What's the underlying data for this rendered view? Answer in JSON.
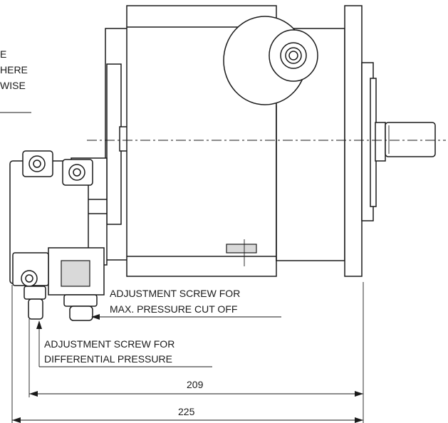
{
  "notes": {
    "top_left_lines": [
      "E",
      "HERE",
      "WISE"
    ]
  },
  "callouts": {
    "max_pressure": [
      "ADJUSTMENT SCREW FOR",
      "MAX. PRESSURE CUT OFF"
    ],
    "differential": [
      "ADJUSTMENT SCREW FOR",
      "DIFFERENTIAL PRESSURE"
    ]
  },
  "dimensions": {
    "inner": "209",
    "outer": "225"
  }
}
